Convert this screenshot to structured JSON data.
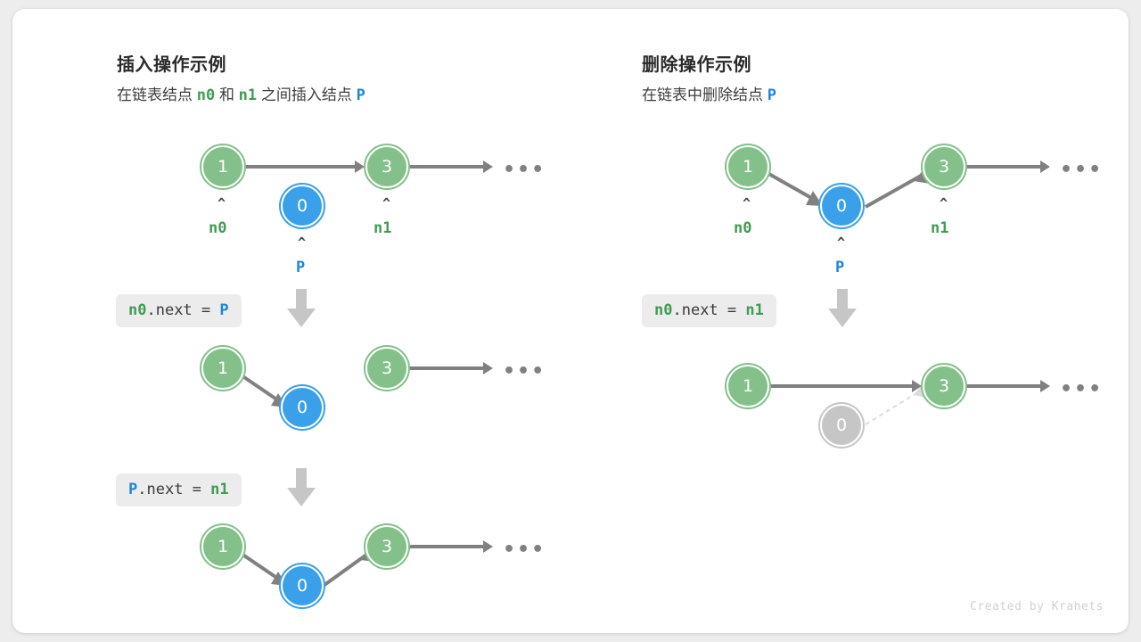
{
  "credit": "Created by Krahets",
  "colors": {
    "green": "#84c08a",
    "green_text": "#3f9c52",
    "blue": "#3aa0ea",
    "blue_text": "#1c86d8",
    "gray_node": "#c6c6c6",
    "edge": "#808080",
    "chip_bg": "#ececec",
    "card_bg": "#ffffff",
    "page_bg": "#ededed"
  },
  "panels": {
    "insert": {
      "title": "插入操作示例",
      "subtitle_parts": [
        {
          "text": "在链表结点 ",
          "style": "plain"
        },
        {
          "text": "n0",
          "style": "green"
        },
        {
          "text": " 和 ",
          "style": "plain"
        },
        {
          "text": "n1",
          "style": "green"
        },
        {
          "text": " 之间插入结点 ",
          "style": "plain"
        },
        {
          "text": "P",
          "style": "blue"
        }
      ],
      "steps": [
        {
          "code_parts": [
            {
              "text": "n0",
              "style": "green"
            },
            {
              "text": ".next = ",
              "style": "plain"
            },
            {
              "text": "P",
              "style": "blue"
            }
          ]
        },
        {
          "code_parts": [
            {
              "text": "P",
              "style": "blue"
            },
            {
              "text": ".next = ",
              "style": "plain"
            },
            {
              "text": "n1",
              "style": "green"
            }
          ]
        }
      ],
      "rows": [
        {
          "nodes": [
            {
              "value": "1",
              "color": "green",
              "pointer": "n0",
              "pointer_color": "green"
            },
            {
              "value": "0",
              "color": "blue",
              "pointer": "P",
              "pointer_color": "blue"
            },
            {
              "value": "3",
              "color": "green",
              "pointer": "n1",
              "pointer_color": "green"
            }
          ],
          "ellipsis": "•••"
        },
        {
          "nodes": [
            {
              "value": "1",
              "color": "green"
            },
            {
              "value": "0",
              "color": "blue"
            },
            {
              "value": "3",
              "color": "green"
            }
          ],
          "ellipsis": "•••"
        },
        {
          "nodes": [
            {
              "value": "1",
              "color": "green"
            },
            {
              "value": "0",
              "color": "blue"
            },
            {
              "value": "3",
              "color": "green"
            }
          ],
          "ellipsis": "•••"
        }
      ]
    },
    "delete": {
      "title": "删除操作示例",
      "subtitle_parts": [
        {
          "text": "在链表中删除结点 ",
          "style": "plain"
        },
        {
          "text": "P",
          "style": "blue"
        }
      ],
      "steps": [
        {
          "code_parts": [
            {
              "text": "n0",
              "style": "green"
            },
            {
              "text": ".next = ",
              "style": "plain"
            },
            {
              "text": "n1",
              "style": "green"
            }
          ]
        }
      ],
      "rows": [
        {
          "nodes": [
            {
              "value": "1",
              "color": "green",
              "pointer": "n0",
              "pointer_color": "green"
            },
            {
              "value": "0",
              "color": "blue",
              "pointer": "P",
              "pointer_color": "blue"
            },
            {
              "value": "3",
              "color": "green",
              "pointer": "n1",
              "pointer_color": "green"
            }
          ],
          "ellipsis": "•••"
        },
        {
          "nodes": [
            {
              "value": "1",
              "color": "green"
            },
            {
              "value": "0",
              "color": "gray"
            },
            {
              "value": "3",
              "color": "green"
            }
          ],
          "ellipsis": "•••"
        }
      ]
    }
  }
}
